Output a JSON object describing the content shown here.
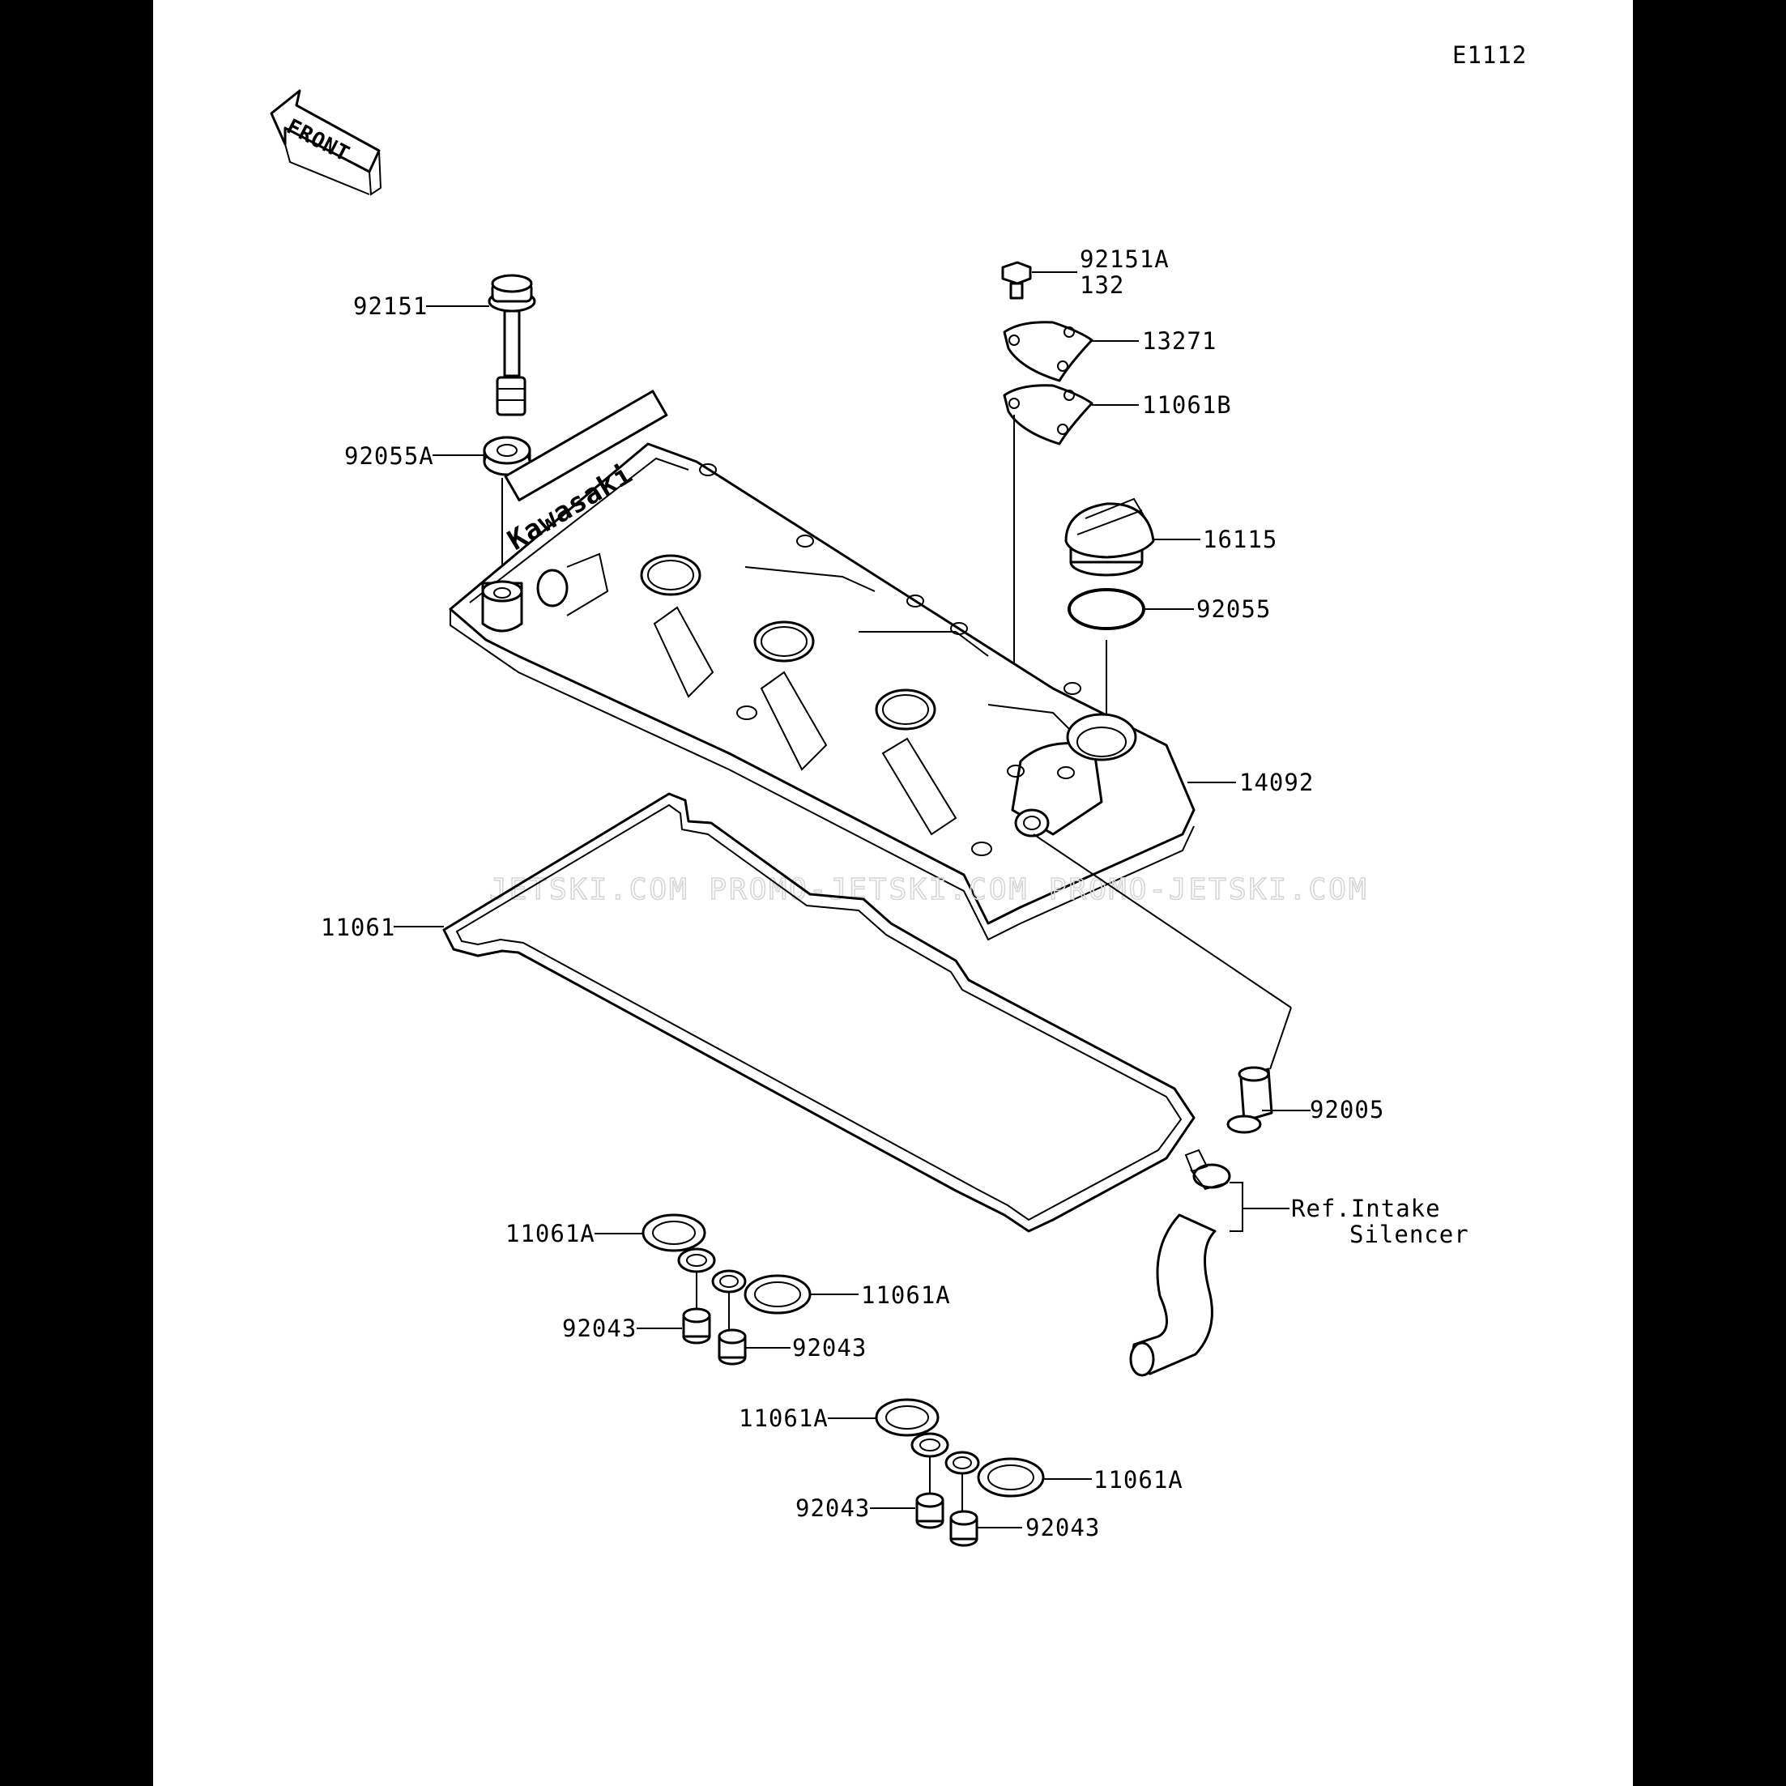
{
  "diagram_code": "E1112",
  "front_arrow": "FRONT",
  "brand": "Kawasaki",
  "watermark": "JETSKI.COM  PROMO-JETSKI.COM  PROMO-JETSKI.COM",
  "labels": {
    "p92151": "92151",
    "p92055A": "92055A",
    "p92151A": "92151A",
    "p132": "132",
    "p13271": "13271",
    "p11061B": "11061B",
    "p16115": "16115",
    "p92055": "92055",
    "p14092": "14092",
    "p11061": "11061",
    "p92005": "92005",
    "ref_line1": "Ref.Intake",
    "ref_line2": "Silencer",
    "a1": "11061A",
    "a2": "11061A",
    "a3": "11061A",
    "a4": "11061A",
    "b1": "92043",
    "b2": "92043",
    "b3": "92043",
    "b4": "92043"
  }
}
